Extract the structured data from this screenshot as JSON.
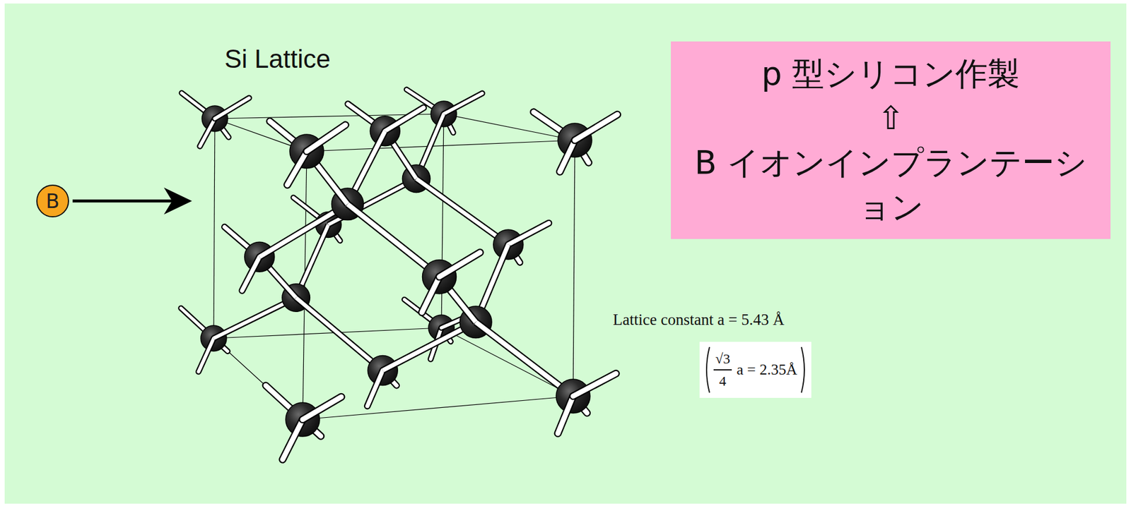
{
  "diagram": {
    "title": "Si Lattice",
    "nodes": [
      {
        "text": [
          "B"
        ]
      },
      {
        "text": [
          "p 型シリコン作製",
          "⇧",
          "B イオンインプランテーション"
        ]
      }
    ],
    "labels": [
      "Lattice constant a = 5.43 Å",
      "√3",
      "4",
      "a = 2.35Å"
    ]
  }
}
